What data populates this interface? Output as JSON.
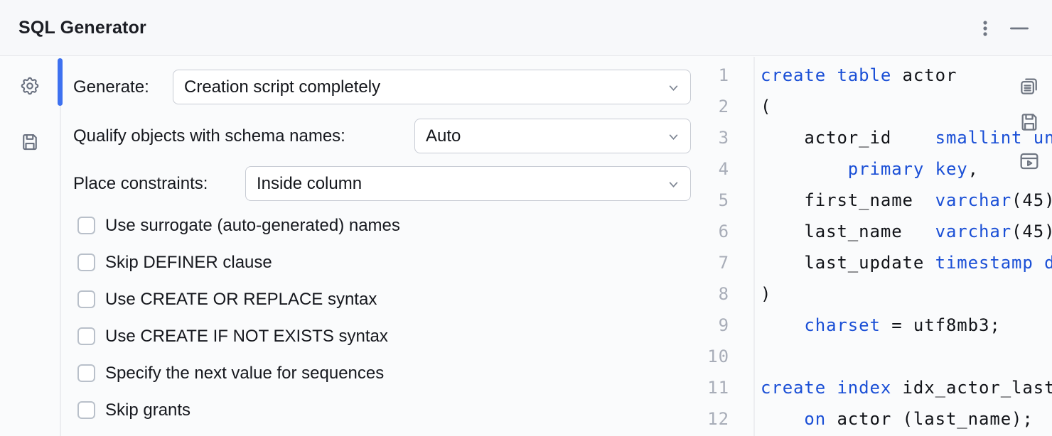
{
  "titlebar": {
    "title": "SQL Generator",
    "menu_icon": "kebab-menu",
    "minimize_icon": "minimize"
  },
  "sidebar": {
    "items": [
      {
        "icon": "settings-gear"
      },
      {
        "icon": "save-floppy"
      }
    ]
  },
  "form": {
    "selects": [
      {
        "label": "Generate:",
        "value": "Creation script completely"
      },
      {
        "label": "Qualify objects with schema names:",
        "value": "Auto"
      },
      {
        "label": "Place constraints:",
        "value": "Inside column"
      }
    ],
    "checkboxes": [
      {
        "label": "Use surrogate (auto-generated) names",
        "checked": false
      },
      {
        "label": "Skip DEFINER clause",
        "checked": false
      },
      {
        "label": "Use CREATE OR REPLACE syntax",
        "checked": false
      },
      {
        "label": "Use CREATE IF NOT EXISTS syntax",
        "checked": false
      },
      {
        "label": "Specify the next value for sequences",
        "checked": false
      },
      {
        "label": "Skip grants",
        "checked": false
      }
    ]
  },
  "editor": {
    "toolbar": [
      {
        "icon": "copy"
      },
      {
        "icon": "save"
      },
      {
        "icon": "open-in-console"
      }
    ],
    "colors": {
      "keyword": "#1a4fd6",
      "plain": "#111318",
      "line_number": "#a8adb8",
      "accent_scrollbar": "#3e71f0"
    },
    "lines": [
      {
        "num": "1",
        "segments": [
          {
            "t": "create table",
            "c": "k"
          },
          {
            "t": " actor",
            "c": "p"
          }
        ]
      },
      {
        "num": "2",
        "segments": [
          {
            "t": "(",
            "c": "p"
          }
        ]
      },
      {
        "num": "3",
        "segments": [
          {
            "t": "    actor_id    ",
            "c": "p"
          },
          {
            "t": "smallint unsigned",
            "c": "k"
          }
        ]
      },
      {
        "num": "4",
        "segments": [
          {
            "t": "        ",
            "c": "p"
          },
          {
            "t": "primary key",
            "c": "k"
          },
          {
            "t": ",",
            "c": "p"
          }
        ]
      },
      {
        "num": "5",
        "segments": [
          {
            "t": "    first_name  ",
            "c": "p"
          },
          {
            "t": "varchar",
            "c": "k"
          },
          {
            "t": "(45)",
            "c": "p"
          }
        ]
      },
      {
        "num": "6",
        "segments": [
          {
            "t": "    last_name   ",
            "c": "p"
          },
          {
            "t": "varchar",
            "c": "k"
          },
          {
            "t": "(45)",
            "c": "p"
          }
        ]
      },
      {
        "num": "7",
        "segments": [
          {
            "t": "    last_update ",
            "c": "p"
          },
          {
            "t": "timestamp default",
            "c": "k"
          }
        ]
      },
      {
        "num": "8",
        "segments": [
          {
            "t": ")",
            "c": "p"
          }
        ]
      },
      {
        "num": "9",
        "segments": [
          {
            "t": "    ",
            "c": "p"
          },
          {
            "t": "charset",
            "c": "k"
          },
          {
            "t": " = utf8mb3;",
            "c": "p"
          }
        ]
      },
      {
        "num": "10",
        "segments": []
      },
      {
        "num": "11",
        "segments": [
          {
            "t": "create index",
            "c": "k"
          },
          {
            "t": " idx_actor_last_name",
            "c": "p"
          }
        ]
      },
      {
        "num": "12",
        "segments": [
          {
            "t": "    ",
            "c": "p"
          },
          {
            "t": "on",
            "c": "k"
          },
          {
            "t": " actor (last_name);",
            "c": "p"
          }
        ]
      }
    ]
  }
}
